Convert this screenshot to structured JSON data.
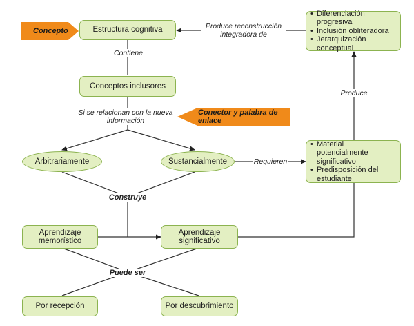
{
  "nodes": {
    "estructura": "Estructura cognitiva",
    "conceptos_inclusores": "Conceptos inclusores",
    "arbitrariamente": "Arbitrariamente",
    "sustancialmente": "Sustancialmente",
    "aprendizaje_memoristico": "Aprendizaje memorístico",
    "aprendizaje_significativo": "Aprendizaje significativo",
    "por_recepcion": "Por recepción",
    "por_descubrimiento": "Por descubrimiento",
    "principios": [
      "Diferenciación progresiva",
      "Inclusión obliteradora",
      "Jerarquización conceptual"
    ],
    "condiciones": [
      "Material potencialmente significativo",
      "Predisposición del estudiante"
    ]
  },
  "links": {
    "contiene": "Contiene",
    "se_relacionan": "Si se relacionan con la nueva información",
    "requieren": "Requieren",
    "construye": "Construye",
    "puede_ser": "Puede ser",
    "produce": "Produce",
    "produce_reconstruccion": "Produce reconstrucción integradora de"
  },
  "callouts": {
    "concepto": "Concepto",
    "conector": "Conector y palabra de enlace"
  },
  "colors": {
    "node_fill": "#e3efc2",
    "node_border": "#8cb350",
    "callout": "#f08a1a",
    "line": "#333333"
  }
}
